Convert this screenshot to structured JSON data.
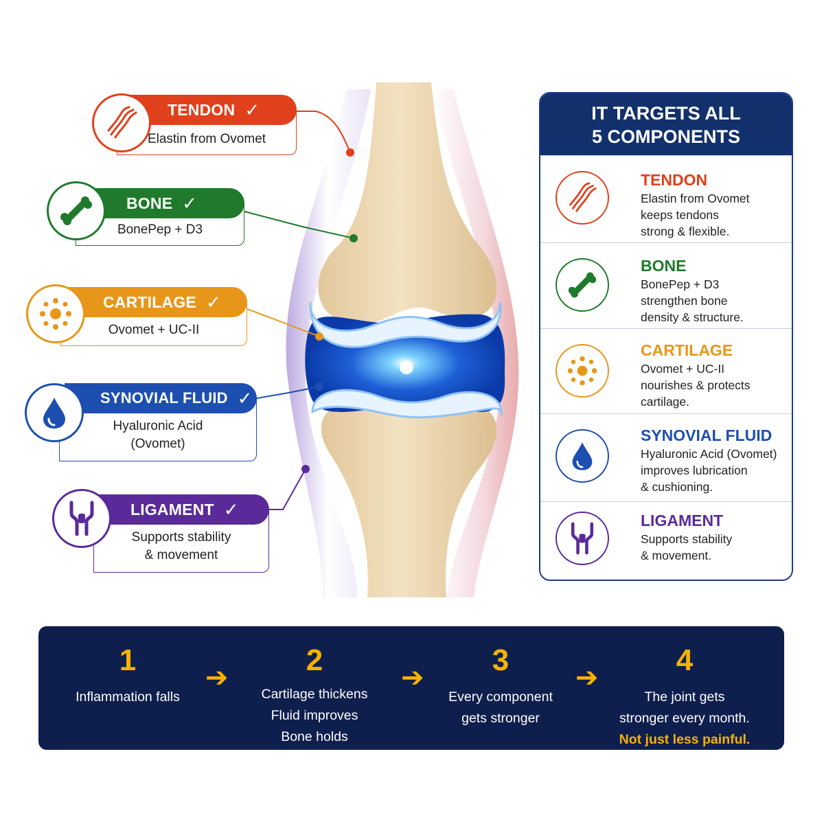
{
  "callouts": [
    {
      "title": "TENDON",
      "check": "✓",
      "text": [
        "Elastin from Ovomet"
      ],
      "color": "#e0401b",
      "icon": "tendon-fibers-icon"
    },
    {
      "title": "BONE",
      "check": "✓",
      "text": [
        "BonePep + D3"
      ],
      "color": "#1f7a2b",
      "icon": "bone-icon"
    },
    {
      "title": "CARTILAGE",
      "check": "✓",
      "text": [
        "Ovomet + UC-II"
      ],
      "color": "#e8961a",
      "icon": "cartilage-cells-icon"
    },
    {
      "title": "SYNOVIAL FLUID",
      "check": "✓",
      "text": [
        "Hyaluronic Acid",
        "(Ovomet)"
      ],
      "color": "#1d4fb0",
      "icon": "droplet-icon"
    },
    {
      "title": "LIGAMENT",
      "check": "✓",
      "text": [
        "Supports stability",
        "& movement"
      ],
      "color": "#5a2a9a",
      "icon": "ligament-icon"
    }
  ],
  "panel": {
    "heading": [
      "IT TARGETS ALL",
      "5 COMPONENTS"
    ],
    "rows": [
      {
        "title": "TENDON",
        "desc": [
          "Elastin from Ovomet",
          "keeps tendons",
          "strong & flexible."
        ],
        "color": "#e0401b"
      },
      {
        "title": "BONE",
        "desc": [
          "BonePep + D3",
          "strengthen bone",
          "density & structure."
        ],
        "color": "#1f7a2b"
      },
      {
        "title": "CARTILAGE",
        "desc": [
          "Ovomet + UC-II",
          "nourishes & protects",
          "cartilage."
        ],
        "color": "#e8961a"
      },
      {
        "title": "SYNOVIAL FLUID",
        "desc": [
          "Hyaluronic Acid (Ovomet)",
          "improves lubrication",
          "& cushioning."
        ],
        "color": "#1d4fb0"
      },
      {
        "title": "LIGAMENT",
        "desc": [
          "Supports stability",
          "& movement."
        ],
        "color": "#5a2a9a"
      }
    ]
  },
  "steps": [
    {
      "num": "1",
      "lines": [
        "Inflammation falls"
      ]
    },
    {
      "num": "2",
      "lines": [
        "Cartilage thickens",
        "Fluid improves",
        "Bone holds"
      ]
    },
    {
      "num": "3",
      "lines": [
        "Every component",
        "gets stronger"
      ]
    },
    {
      "num": "4",
      "lines": [
        "The joint gets",
        "stronger every month."
      ],
      "highlight": "Not just less painful."
    }
  ],
  "arrow_glyph": "➔",
  "colors": {
    "navy": "#12306b",
    "gold": "#f5b300"
  }
}
